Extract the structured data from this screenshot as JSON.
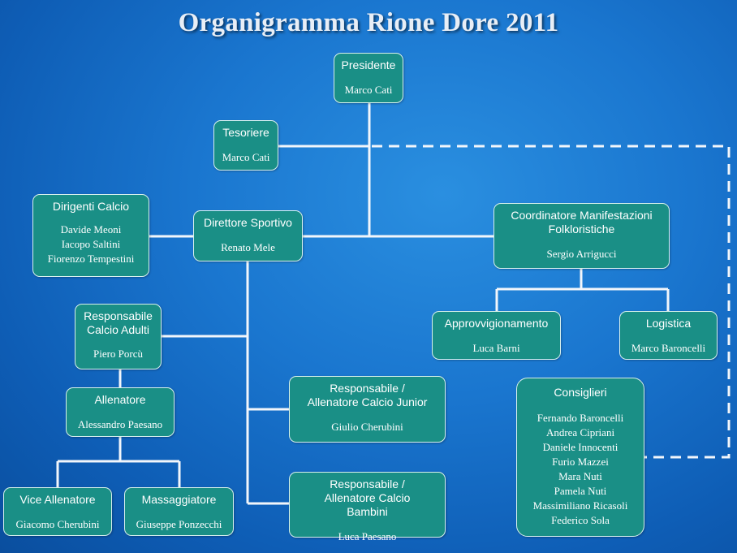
{
  "title": "Organigramma Rione Dore 2011",
  "nodes": {
    "presidente": {
      "role": "Presidente",
      "names": [
        "Marco Cati"
      ]
    },
    "tesoriere": {
      "role": "Tesoriere",
      "names": [
        "Marco Cati"
      ]
    },
    "dirigenti_calcio": {
      "role": "Dirigenti Calcio",
      "names": [
        "Davide Meoni",
        "Iacopo Saltini",
        "Fiorenzo Tempestini"
      ]
    },
    "direttore_sportivo": {
      "role": "Direttore Sportivo",
      "names": [
        "Renato Mele"
      ]
    },
    "coordinatore": {
      "role": "Coordinatore Manifestazioni Folkloristiche",
      "names": [
        "Sergio Arrigucci"
      ]
    },
    "resp_adulti": {
      "role": "Responsabile Calcio Adulti",
      "names": [
        "Piero Porcù"
      ]
    },
    "allenatore": {
      "role": "Allenatore",
      "names": [
        "Alessandro Paesano"
      ]
    },
    "vice_allenatore": {
      "role": "Vice Allenatore",
      "names": [
        "Giacomo Cherubini"
      ]
    },
    "massaggiatore": {
      "role": "Massaggiatore",
      "names": [
        "Giuseppe Ponzecchi"
      ]
    },
    "resp_junior": {
      "role": "Responsabile / Allenatore Calcio Junior",
      "names": [
        "Giulio Cherubini"
      ]
    },
    "resp_bambini": {
      "role": "Responsabile / Allenatore Calcio Bambini",
      "names": [
        "Luca Paesano"
      ]
    },
    "approvvigionamento": {
      "role": "Approvvigionamento",
      "names": [
        "Luca Barni"
      ]
    },
    "logistica": {
      "role": "Logistica",
      "names": [
        "Marco Baroncelli"
      ]
    },
    "consiglieri": {
      "role": "Consiglieri",
      "names": [
        "Fernando Baroncelli",
        "Andrea Cipriani",
        "Daniele Innocenti",
        "Furio Mazzei",
        "Mara Nuti",
        "Pamela Nuti",
        "Massimiliano  Ricasoli",
        "Federico Sola"
      ]
    }
  }
}
